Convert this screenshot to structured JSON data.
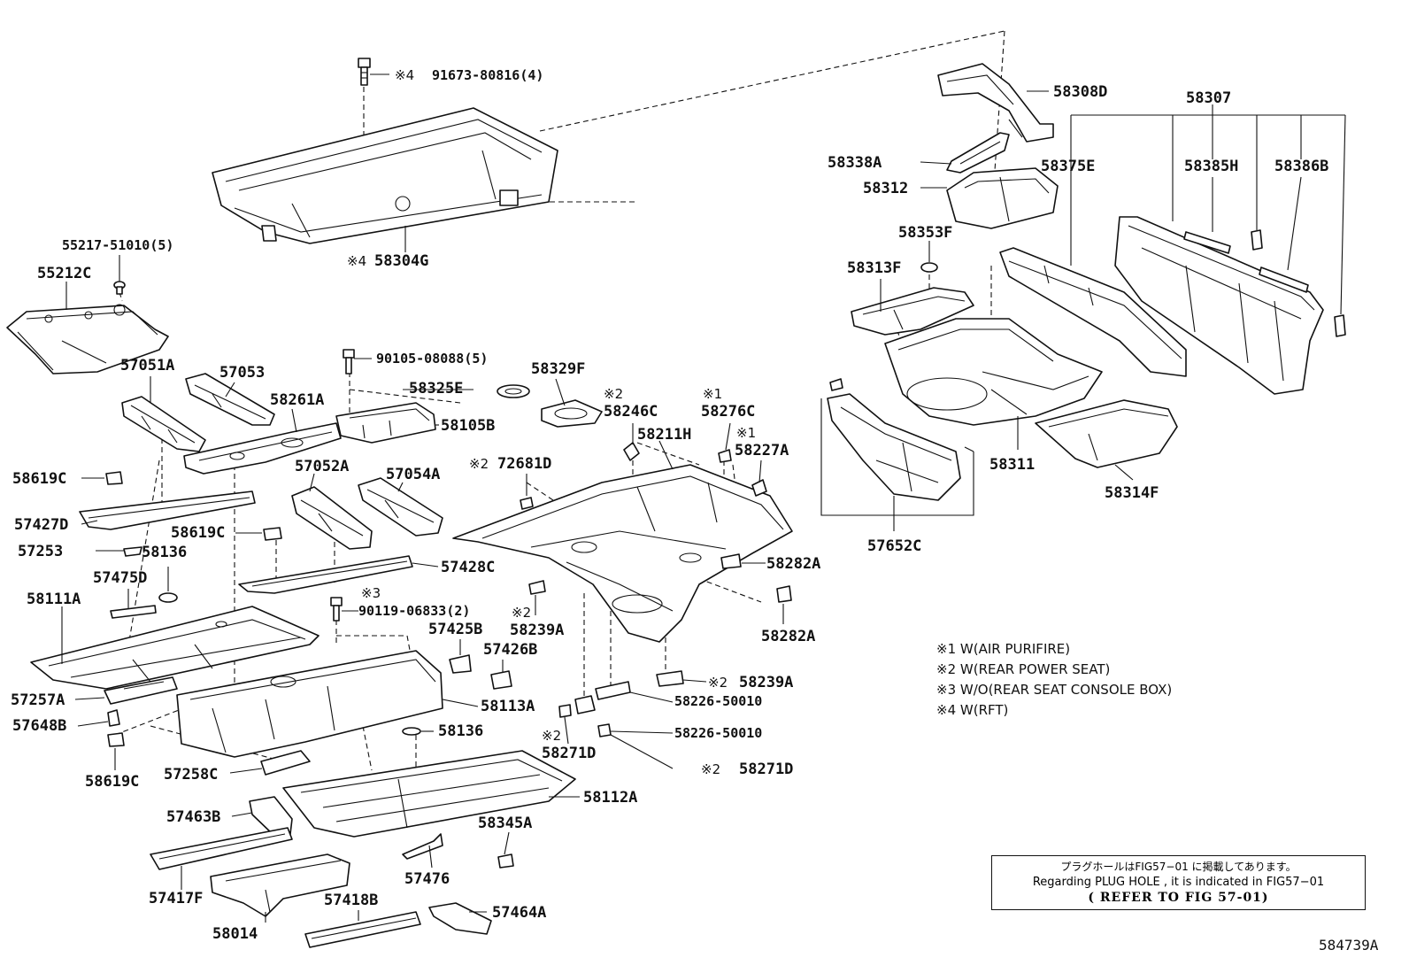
{
  "callouts": {
    "c1": "91673-80816(4)",
    "c2": "58304G",
    "c3": "55217-51010(5)",
    "c4": "55212C",
    "c5": "57051A",
    "c6": "57053",
    "c7": "58261A",
    "c8": "90105-08088(5)",
    "c9": "58325E",
    "c10": "58105B",
    "c11": "58329F",
    "c12": "58246C",
    "c13": "58276C",
    "c14": "58227A",
    "c15": "58211H",
    "c16": "72681D",
    "c17": "58619C",
    "c18": "57052A",
    "c19": "57054A",
    "c20": "57427D",
    "c21": "58619C",
    "c22": "57253",
    "c23": "58136",
    "c24": "57428C",
    "c25": "57475D",
    "c26": "58111A",
    "c27": "90119-06833(2)",
    "c28": "58239A",
    "c29": "58282A",
    "c30": "58282A",
    "c31": "57425B",
    "c32": "57426B",
    "c33": "57257A",
    "c34": "58113A",
    "c35": "58239A",
    "c36": "58226-50010",
    "c37": "57648B",
    "c38": "58136",
    "c39": "58226-50010",
    "c40": "58271D",
    "c41": "58619C",
    "c42": "57258C",
    "c43": "58271D",
    "c44": "58112A",
    "c45": "57463B",
    "c46": "58345A",
    "c47": "57417F",
    "c48": "57476",
    "c49": "57418B",
    "c50": "57464A",
    "c51": "58014",
    "c52": "58308D",
    "c53": "58307",
    "c54": "58338A",
    "c55": "58375E",
    "c56": "58385H",
    "c57": "58386B",
    "c58": "58312",
    "c59": "58353F",
    "c60": "58313F",
    "c61": "58311",
    "c62": "58314F",
    "c63": "57652C"
  },
  "marks": {
    "m1": "※1",
    "m2": "※2",
    "m3": "※3",
    "m4": "※4"
  },
  "notes": [
    "※1 W(AIR PURIFIRE)",
    "※2 W(REAR POWER SEAT)",
    "※3 W/O(REAR SEAT CONSOLE BOX)",
    "※4 W(RFT)"
  ],
  "reference": {
    "line_jp": "プラグホールはFIG57−01 に掲載してあります。",
    "line_en": "Regarding  PLUG HOLE , it is indicated in  FIG57−01",
    "line_ref": "( REFER TO FIG 57-01)"
  },
  "figure_id": "584739A"
}
